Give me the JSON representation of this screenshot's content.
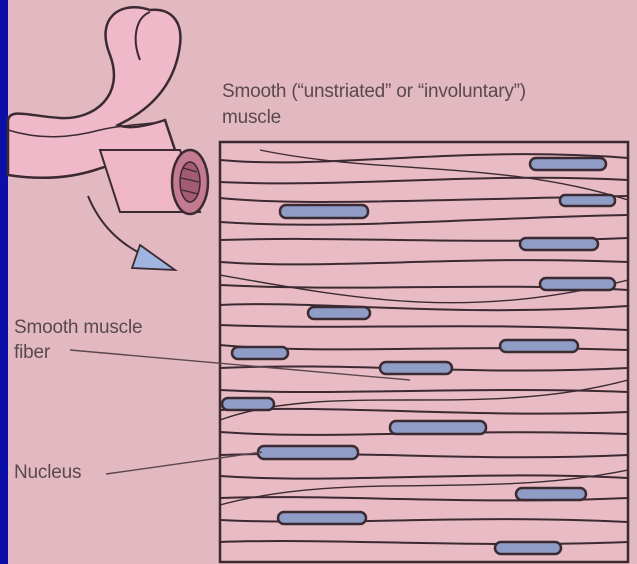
{
  "title": {
    "line1": "Smooth (“unstriated” or “involuntary”)",
    "line2": "muscle"
  },
  "labels": {
    "fiber_line1": "Smooth muscle",
    "fiber_line2": "fiber",
    "nucleus": "Nucleus"
  },
  "colors": {
    "background": "#0b0fa8",
    "tissue": "#e8bcc4",
    "nucleus": "#8e9cc6",
    "outline": "#3b2a32",
    "label_text": "#5a4850"
  },
  "icons": [
    "stomach-illustration",
    "intestine-cross-section",
    "arrow-icon"
  ]
}
